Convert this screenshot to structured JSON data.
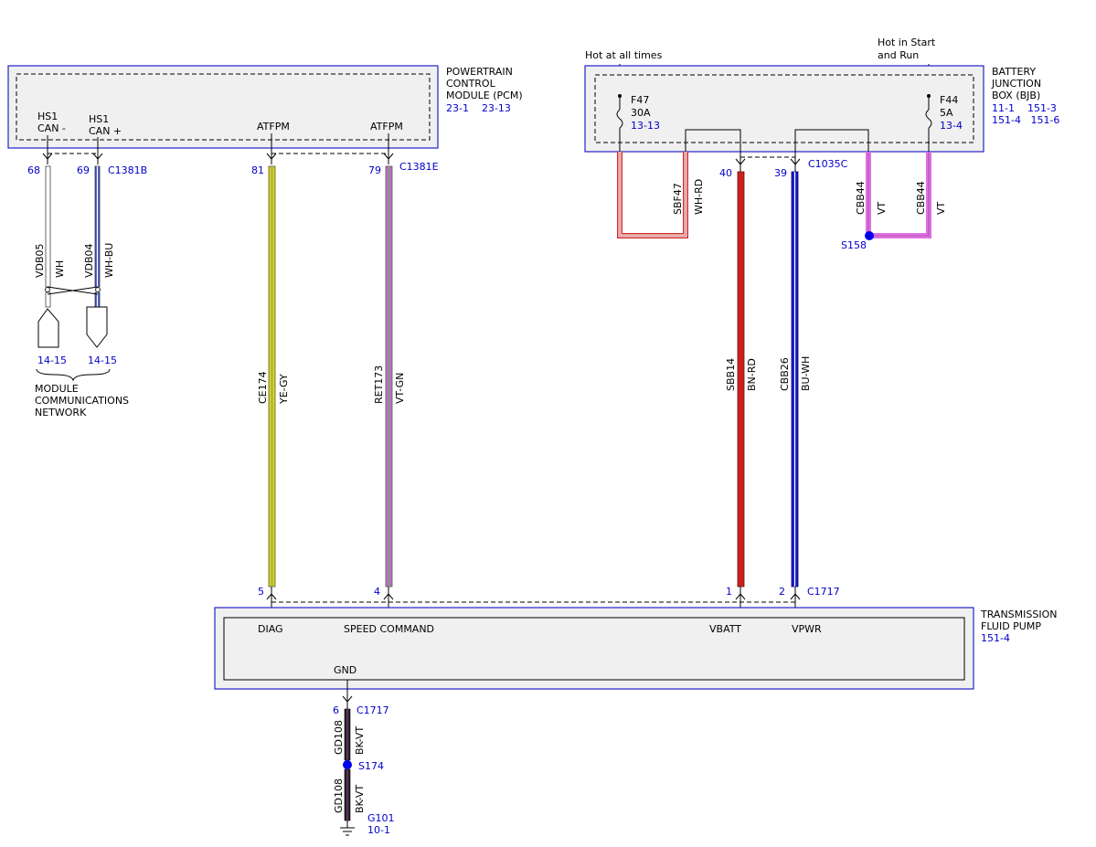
{
  "modules": {
    "pcm": {
      "name_lines": [
        "POWERTRAIN",
        "CONTROL",
        "MODULE (PCM)"
      ],
      "refs": "23-1    23-13"
    },
    "bjb": {
      "name_lines": [
        "BATTERY",
        "JUNCTION",
        "BOX (BJB)"
      ],
      "refs_1": "11-1    151-3",
      "refs_2": "151-4   151-6"
    },
    "tfp": {
      "name_lines": [
        "TRANSMISSION",
        "FLUID PUMP"
      ],
      "ref": "151-4"
    }
  },
  "pcm_pins": {
    "hs1_can_minus": [
      "HS1",
      "CAN -"
    ],
    "hs1_can_plus": [
      "HS1",
      "CAN +"
    ],
    "atfpm_1": "ATFPM",
    "atfpm_2": "ATFPM"
  },
  "power_labels": {
    "hot_all_times": "Hot at all times",
    "hot_start_run": [
      "Hot in Start",
      "and Run"
    ]
  },
  "fuses": {
    "f47": {
      "name": "F47",
      "rating": "30A",
      "ref": "13-13"
    },
    "f44": {
      "name": "F44",
      "rating": "5A",
      "ref": "13-4"
    }
  },
  "connectors": {
    "c1381b": "C1381B",
    "c1381e": "C1381E",
    "c1035c": "C1035C",
    "c1717_top": "C1717",
    "c1717_gnd": "C1717"
  },
  "pins": {
    "p68": "68",
    "p69": "69",
    "p81": "81",
    "p79": "79",
    "p40": "40",
    "p39": "39",
    "p5": "5",
    "p4": "4",
    "p1": "1",
    "p2": "2",
    "p6": "6"
  },
  "wires": {
    "vdb05": {
      "circuit": "VDB05",
      "color": "WH"
    },
    "vdb04": {
      "circuit": "VDB04",
      "color": "WH-BU"
    },
    "ce174": {
      "circuit": "CE174",
      "color": "YE-GY"
    },
    "ret173": {
      "circuit": "RET173",
      "color": "VT-GN"
    },
    "sbf47": {
      "circuit": "SBF47",
      "color": "WH-RD"
    },
    "sbb14": {
      "circuit": "SBB14",
      "color": "BN-RD"
    },
    "cbb26": {
      "circuit": "CBB26",
      "color": "BU-WH"
    },
    "cbb44_a": {
      "circuit": "CBB44",
      "color": "VT"
    },
    "cbb44_b": {
      "circuit": "CBB44",
      "color": "VT"
    },
    "gd108_a": {
      "circuit": "GD108",
      "color": "BK-VT"
    },
    "gd108_b": {
      "circuit": "GD108",
      "color": "BK-VT"
    }
  },
  "splices": {
    "s158": "S158",
    "s174": "S174"
  },
  "ground": {
    "name": "G101",
    "ref": "10-1"
  },
  "network": {
    "ref_1": "14-15",
    "ref_2": "14-15",
    "label_lines": [
      "MODULE",
      "COMMUNICATIONS",
      "NETWORK"
    ]
  },
  "tfp_pins": {
    "diag": "DIAG",
    "speed_command": "SPEED COMMAND",
    "vbatt": "VBATT",
    "vpwr": "VPWR",
    "gnd": "GND"
  },
  "colors": {
    "module_outline": "#2222cc",
    "ref_text": "#0000cc",
    "ye_gy": "#d8d800",
    "vt_gn": "#c070c0",
    "bn_rd": "#cc2020",
    "bu_wh": "#1a1acc",
    "vt": "#e070e0",
    "bk_vt": "#222222",
    "wh_rd": "#cc3030"
  }
}
